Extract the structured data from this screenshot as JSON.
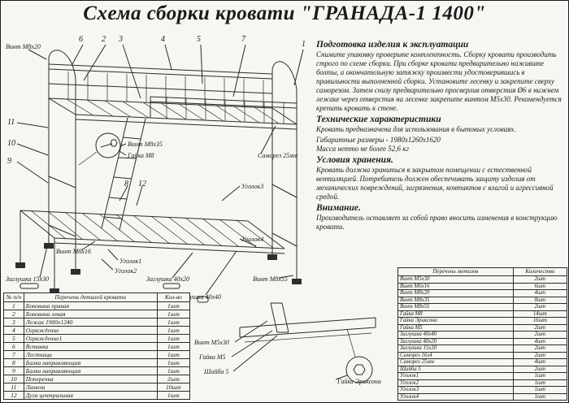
{
  "page": {
    "title": "Схема сборки кровати \"ГРАНАДА-1 1400\""
  },
  "instructions": {
    "prep_title": "Подготовка изделия к эксплуатации",
    "prep_body": "Снимите упаковку проверьте комплектность. Сборку кровати производить строго по схеме сборки. При сборке кровати предварительно наживите болты, а окончательную затяжку произвести удостоверившись в правильности выполненной сборки. Установите лесенку и закрепите сверху саморезом. Затем снизу предварительно просверлив отверстия Ø6 в нижнем лежаке через отверстия на лесенке закрепите винтом М5х30. Рекомендуется крепить кровать к стене.",
    "tech_title": "Технические характеристики",
    "tech_line1": "Кровать предназначена для использования в бытовых условиях.",
    "tech_line2": "Габаритные размеры - 1980х1260х1620",
    "tech_line3": "Масса нетто не более 52,6 кг",
    "storage_title": "Условия хранения.",
    "storage_body": "Кровать должна храниться в закрытом помещении с естественной вентиляцией. Потребитель должен обеспечивать защиту изделия от механических повреждений, загрязнения, контактов с влагой и агрессивной средой.",
    "attention_title": "Внимание.",
    "attention_body": "Производитель оставляет за собой право вносить изменения в конструкцию кровати."
  },
  "diagram": {
    "callouts": {
      "c1": "1",
      "c2": "2",
      "c3": "3",
      "c4": "4",
      "c5": "5",
      "c6": "6",
      "c7": "7",
      "c8": "8",
      "c9": "9",
      "c10": "10",
      "c11": "11",
      "c12": "12"
    },
    "labels": {
      "vint_m8x20": "Винт М8х20",
      "vint_m8x35": "Винт М8х35",
      "gaika_m8": "Гайка М8",
      "samorez_25": "Саморез 25мм",
      "ugolok3": "Уголок3",
      "ugolok4": "Уголок4",
      "vint_m6x16": "Винт М6х16",
      "ugolok1": "Уголок1",
      "ugolok2": "Уголок2",
      "zaglushka_15x30": "Заглушка 15х30",
      "zaglushka_40x20": "Заглушка 40х20",
      "zaglushka_40x40": "Заглушка 40х40",
      "vint_m8x55": "Винт М8х55"
    }
  },
  "inset": {
    "labels": {
      "vint_m5x30": "Винт М5х30",
      "gaika_m5": "Гайка М5",
      "shaiba_5": "Шайба 5",
      "gaika_eriksona": "Гайка Эриксона"
    }
  },
  "parts_table": {
    "headers": [
      "№ п/п",
      "Перечень деталей кровати",
      "Кол-во"
    ],
    "rows": [
      {
        "num": "1",
        "name": "Боковина правая",
        "qty": "1шт"
      },
      {
        "num": "2",
        "name": "Боковина левая",
        "qty": "1шт"
      },
      {
        "num": "3",
        "name": "Лежак 1900х1240",
        "qty": "1шт"
      },
      {
        "num": "4",
        "name": "Ограждение",
        "qty": "1шт"
      },
      {
        "num": "5",
        "name": "Ограждение1",
        "qty": "1шт"
      },
      {
        "num": "6",
        "name": "Вставка",
        "qty": "1шт"
      },
      {
        "num": "7",
        "name": "Лестница",
        "qty": "1шт"
      },
      {
        "num": "8",
        "name": "Балка направляющая",
        "qty": "1шт"
      },
      {
        "num": "9",
        "name": "Балка направляющая",
        "qty": "1шт"
      },
      {
        "num": "10",
        "name": "Поперечка",
        "qty": "2шт"
      },
      {
        "num": "11",
        "name": "Ламели",
        "qty": "10шт"
      },
      {
        "num": "12",
        "name": "Дуга центральная",
        "qty": "1шт"
      }
    ]
  },
  "hardware_table": {
    "headers": [
      "Перечень метизов",
      "Количество"
    ],
    "rows": [
      {
        "name": "Винт М5х30",
        "qty": "2шт"
      },
      {
        "name": "Винт М6х16",
        "qty": "6шт"
      },
      {
        "name": "Винт М8х20",
        "qty": "4шт"
      },
      {
        "name": "Винт М8х35",
        "qty": "8шт"
      },
      {
        "name": "Винт М8х55",
        "qty": "2шт"
      },
      {
        "name": "Гайка М8",
        "qty": "14шт"
      },
      {
        "name": "Гайка Эриксона",
        "qty": "16шт"
      },
      {
        "name": "Гайка М5",
        "qty": "2шт"
      },
      {
        "name": "Заглушка 40х40",
        "qty": "2шт"
      },
      {
        "name": "Заглушка 40х20",
        "qty": "4шт"
      },
      {
        "name": "Заглушка 15х30",
        "qty": "2шт"
      },
      {
        "name": "Саморез 16х4",
        "qty": "2шт"
      },
      {
        "name": "Саморез 25мм",
        "qty": "4шт"
      },
      {
        "name": "Шайба 5",
        "qty": "2шт"
      },
      {
        "name": "Уголок1",
        "qty": "1шт"
      },
      {
        "name": "Уголок2",
        "qty": "1шт"
      },
      {
        "name": "Уголок3",
        "qty": "1шт"
      },
      {
        "name": "Уголок4",
        "qty": "1шт"
      }
    ]
  }
}
